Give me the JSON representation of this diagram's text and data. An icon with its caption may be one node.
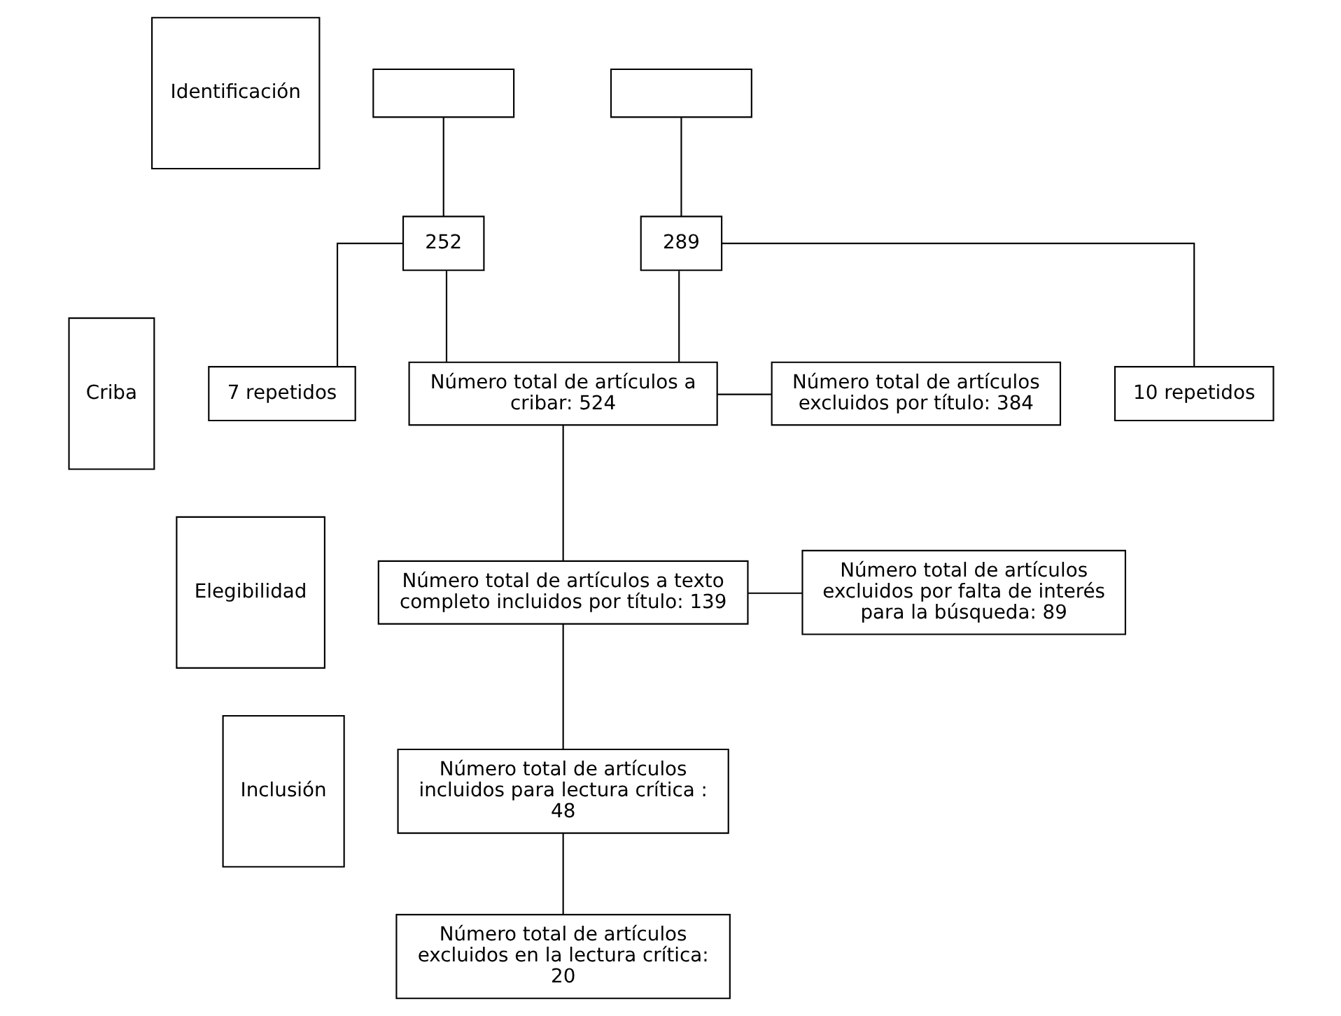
{
  "diagram": {
    "nodes": [
      {
        "text": [
          "Identificación"
        ]
      },
      {
        "text": [
          "Criba"
        ]
      },
      {
        "text": [
          "Elegibilidad"
        ]
      },
      {
        "text": [
          "Inclusión"
        ]
      },
      {
        "text": [],
        "shape": "box"
      },
      {
        "text": [],
        "shape": "box"
      },
      {
        "text": [
          "252"
        ]
      },
      {
        "text": [
          "289"
        ]
      },
      {
        "text": [
          "7 repetidos"
        ]
      },
      {
        "text": [
          "10 repetidos"
        ]
      },
      {
        "text": [
          "Número total de artículos a cribar: 524"
        ]
      },
      {
        "text": [
          "Número total de artículos excluidos por título: 384"
        ]
      },
      {
        "text": [
          "Número total de artículos a texto completo incluidos por título: 139"
        ]
      },
      {
        "text": [
          "Número total de artículos excluidos por falta de interés para la búsqueda: 89"
        ]
      },
      {
        "text": [
          "Número total de artículos incluidos para lectura crítica : 48"
        ]
      },
      {
        "text": [
          "Número total de artículos excluidos en la lectura crítica: 20"
        ]
      }
    ],
    "edges": [
      {
        "from": 4,
        "to": 6,
        "arrow": "none"
      },
      {
        "from": 5,
        "to": 7,
        "arrow": "none"
      },
      {
        "from": 6,
        "to": 8,
        "arrow": "none"
      },
      {
        "from": 7,
        "to": 9,
        "arrow": "none"
      },
      {
        "from": 6,
        "to": 10,
        "arrow": "none"
      },
      {
        "from": 7,
        "to": 10,
        "arrow": "none"
      },
      {
        "from": 10,
        "to": 11,
        "arrow": "none"
      },
      {
        "from": 10,
        "to": 12,
        "arrow": "none"
      },
      {
        "from": 12,
        "to": 13,
        "arrow": "none"
      },
      {
        "from": 12,
        "to": 14,
        "arrow": "none"
      },
      {
        "from": 14,
        "to": 15,
        "arrow": "none"
      }
    ]
  }
}
